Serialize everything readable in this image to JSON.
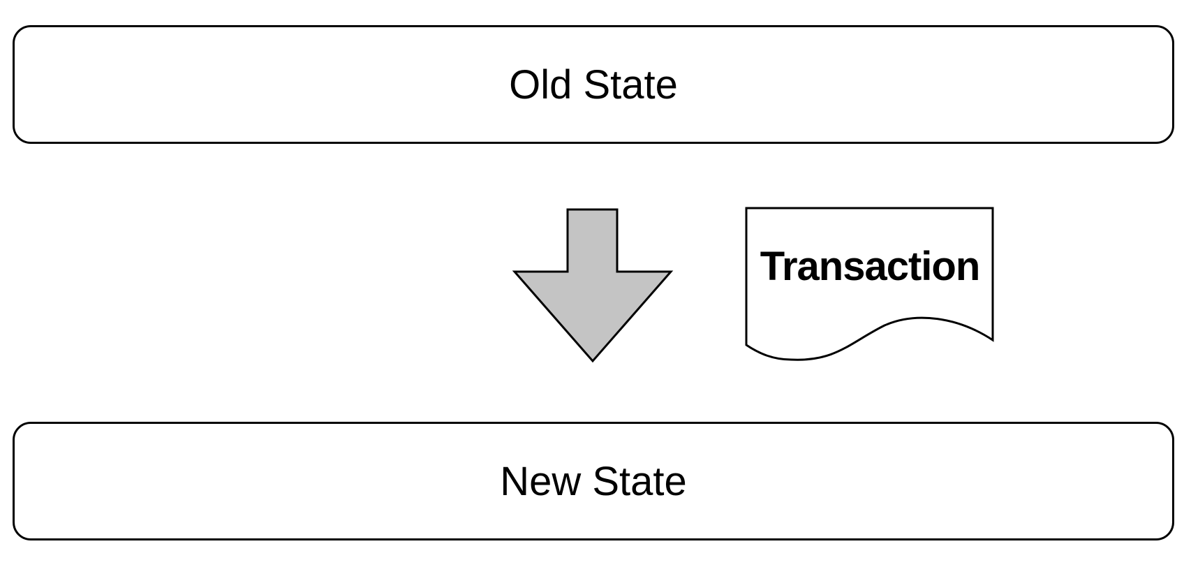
{
  "old_state": {
    "label": "Old State"
  },
  "new_state": {
    "label": "New State"
  },
  "transaction": {
    "label": "Transaction"
  },
  "colors": {
    "arrow_fill": "#c4c4c4",
    "stroke": "#000000",
    "background": "#ffffff"
  },
  "icons": {
    "arrow": "arrow-down-icon",
    "document": "document-icon"
  }
}
